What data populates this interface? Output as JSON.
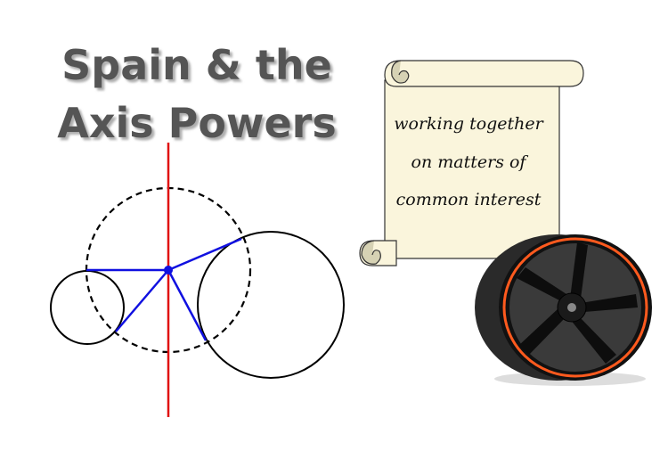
{
  "title": {
    "line1": "Spain & the",
    "line2": "Axis Powers"
  },
  "scroll": {
    "lines": [
      "working together",
      "on matters of",
      "common interest"
    ]
  },
  "colors": {
    "title": "#555555",
    "axis_line": "#e01010",
    "connector": "#1010e0",
    "scroll_fill": "#faf5dc",
    "wheel_stripe": "#ff5a1e"
  }
}
